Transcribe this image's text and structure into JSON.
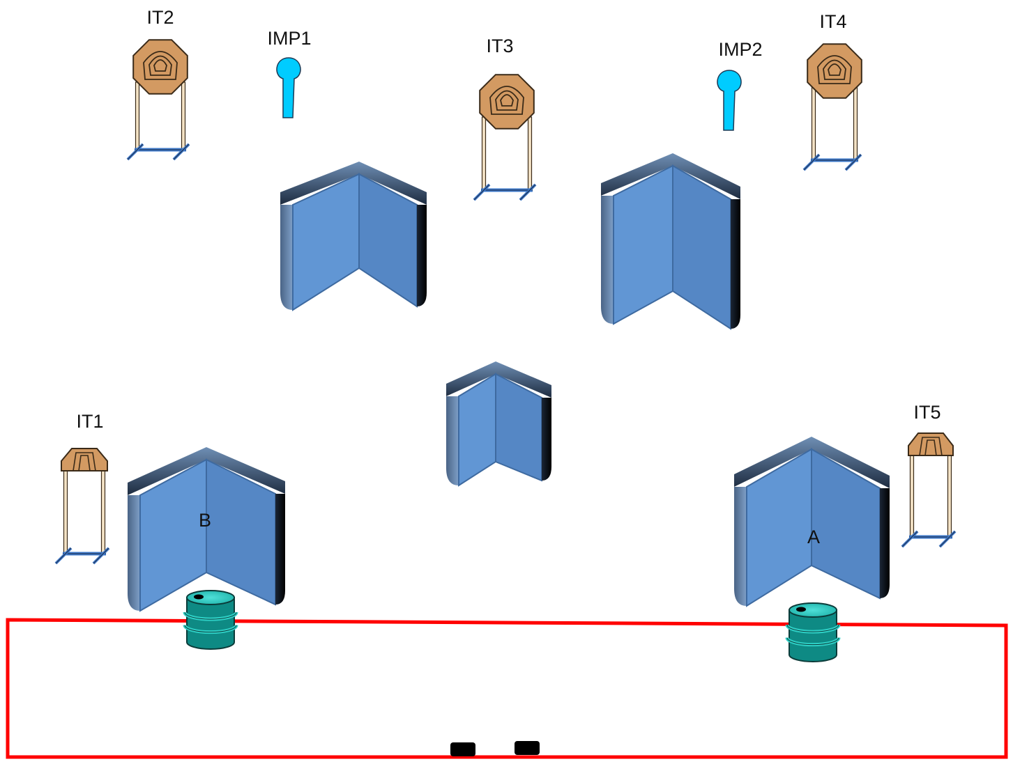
{
  "diagram": {
    "colors": {
      "boundary": "#ff0000",
      "wall_face_left": "#6196d4",
      "wall_face_right": "#5587c5",
      "wall_edge_dark": "#1f2f44",
      "target_steel": "#d39a62",
      "target_outline": "#3a2a18",
      "no_shoot": "#00ccff",
      "barrel": "#0e8a84",
      "barrel_top": "#2ec9c0",
      "stand_base": "#3d78c8",
      "marker": "#000000"
    },
    "targets": [
      {
        "id": "IT2",
        "label": "IT2",
        "kind": "octagon-steel-target",
        "icon": "steel-target-icon"
      },
      {
        "id": "IT3",
        "label": "IT3",
        "kind": "octagon-steel-target",
        "icon": "steel-target-icon"
      },
      {
        "id": "IT4",
        "label": "IT4",
        "kind": "octagon-steel-target",
        "icon": "steel-target-icon"
      },
      {
        "id": "IT1",
        "label": "IT1",
        "kind": "mini-steel-target",
        "icon": "steel-target-icon"
      },
      {
        "id": "IT5",
        "label": "IT5",
        "kind": "mini-steel-target",
        "icon": "steel-target-icon"
      }
    ],
    "no_shoots": [
      {
        "id": "IMP1",
        "label": "IMP1",
        "icon": "no-shoot-popper-icon"
      },
      {
        "id": "IMP2",
        "label": "IMP2",
        "icon": "no-shoot-popper-icon"
      }
    ],
    "barrels": [
      {
        "id": "B",
        "label": "B",
        "icon": "barrel-icon"
      },
      {
        "id": "A",
        "label": "A",
        "icon": "barrel-icon"
      }
    ],
    "walls": [
      {
        "id": "wall-upper-left",
        "icon": "vshape-wall-icon"
      },
      {
        "id": "wall-upper-right",
        "icon": "vshape-wall-icon"
      },
      {
        "id": "wall-center",
        "icon": "vshape-wall-icon"
      },
      {
        "id": "wall-lower-left",
        "icon": "vshape-wall-icon"
      },
      {
        "id": "wall-lower-right",
        "icon": "vshape-wall-icon"
      }
    ],
    "start_markers": [
      {
        "id": "start-marker-left",
        "icon": "start-marker-icon"
      },
      {
        "id": "start-marker-right",
        "icon": "start-marker-icon"
      }
    ]
  }
}
